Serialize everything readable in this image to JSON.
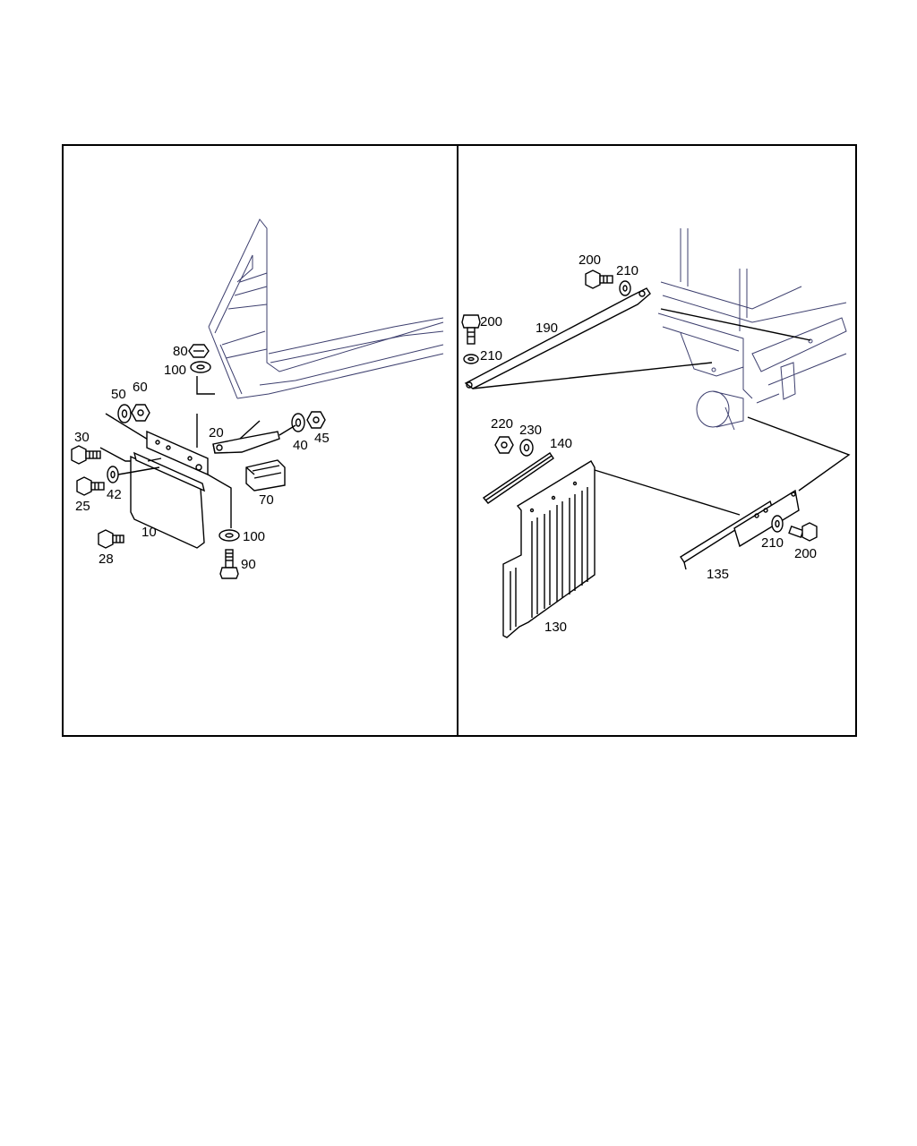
{
  "colors": {
    "frame": "#000000",
    "background_body": "#3d3f6e"
  },
  "left_panel": {
    "labels": {
      "p80": "80",
      "p100a": "100",
      "p50": "50",
      "p60": "60",
      "p20": "20",
      "p40": "40",
      "p45": "45",
      "p30": "30",
      "p42": "42",
      "p25": "25",
      "p70": "70",
      "p10": "10",
      "p100b": "100",
      "p28": "28",
      "p90": "90"
    }
  },
  "right_panel": {
    "labels": {
      "p200a": "200",
      "p210a": "210",
      "p200b": "200",
      "p190": "190",
      "p210b": "210",
      "p220": "220",
      "p230": "230",
      "p140": "140",
      "p210c": "210",
      "p200c": "200",
      "p135": "135",
      "p130": "130"
    }
  }
}
